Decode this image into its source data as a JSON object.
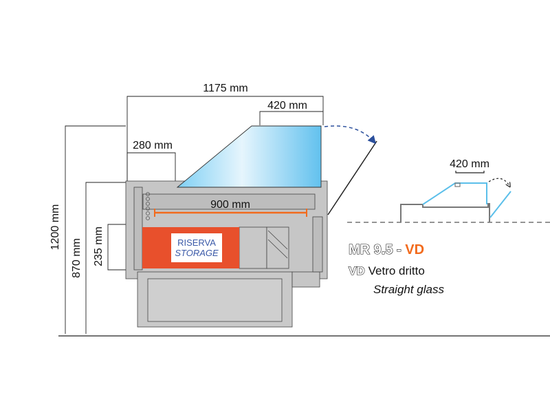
{
  "dimensions": {
    "overall_width": "1175 mm",
    "glass_depth": "420 mm",
    "front_offset": "280 mm",
    "display_depth": "900 mm",
    "overall_height": "1200 mm",
    "counter_height": "870 mm",
    "storage_height": "235 mm"
  },
  "storage_label": {
    "line1": "RISERVA",
    "line2": "STORAGE"
  },
  "inset": {
    "glass_depth": "420 mm"
  },
  "model": {
    "name": "MR 9.5 - ",
    "variant": "VD",
    "variant_code": "VD",
    "variant_it": "Vetro dritto",
    "variant_en": "Straight glass"
  },
  "colors": {
    "accent": "#f26b1d",
    "storage": "#e8502c",
    "glass": "#5bbfea",
    "body": "#c6c6c6",
    "arrow": "#2b4f9c"
  }
}
